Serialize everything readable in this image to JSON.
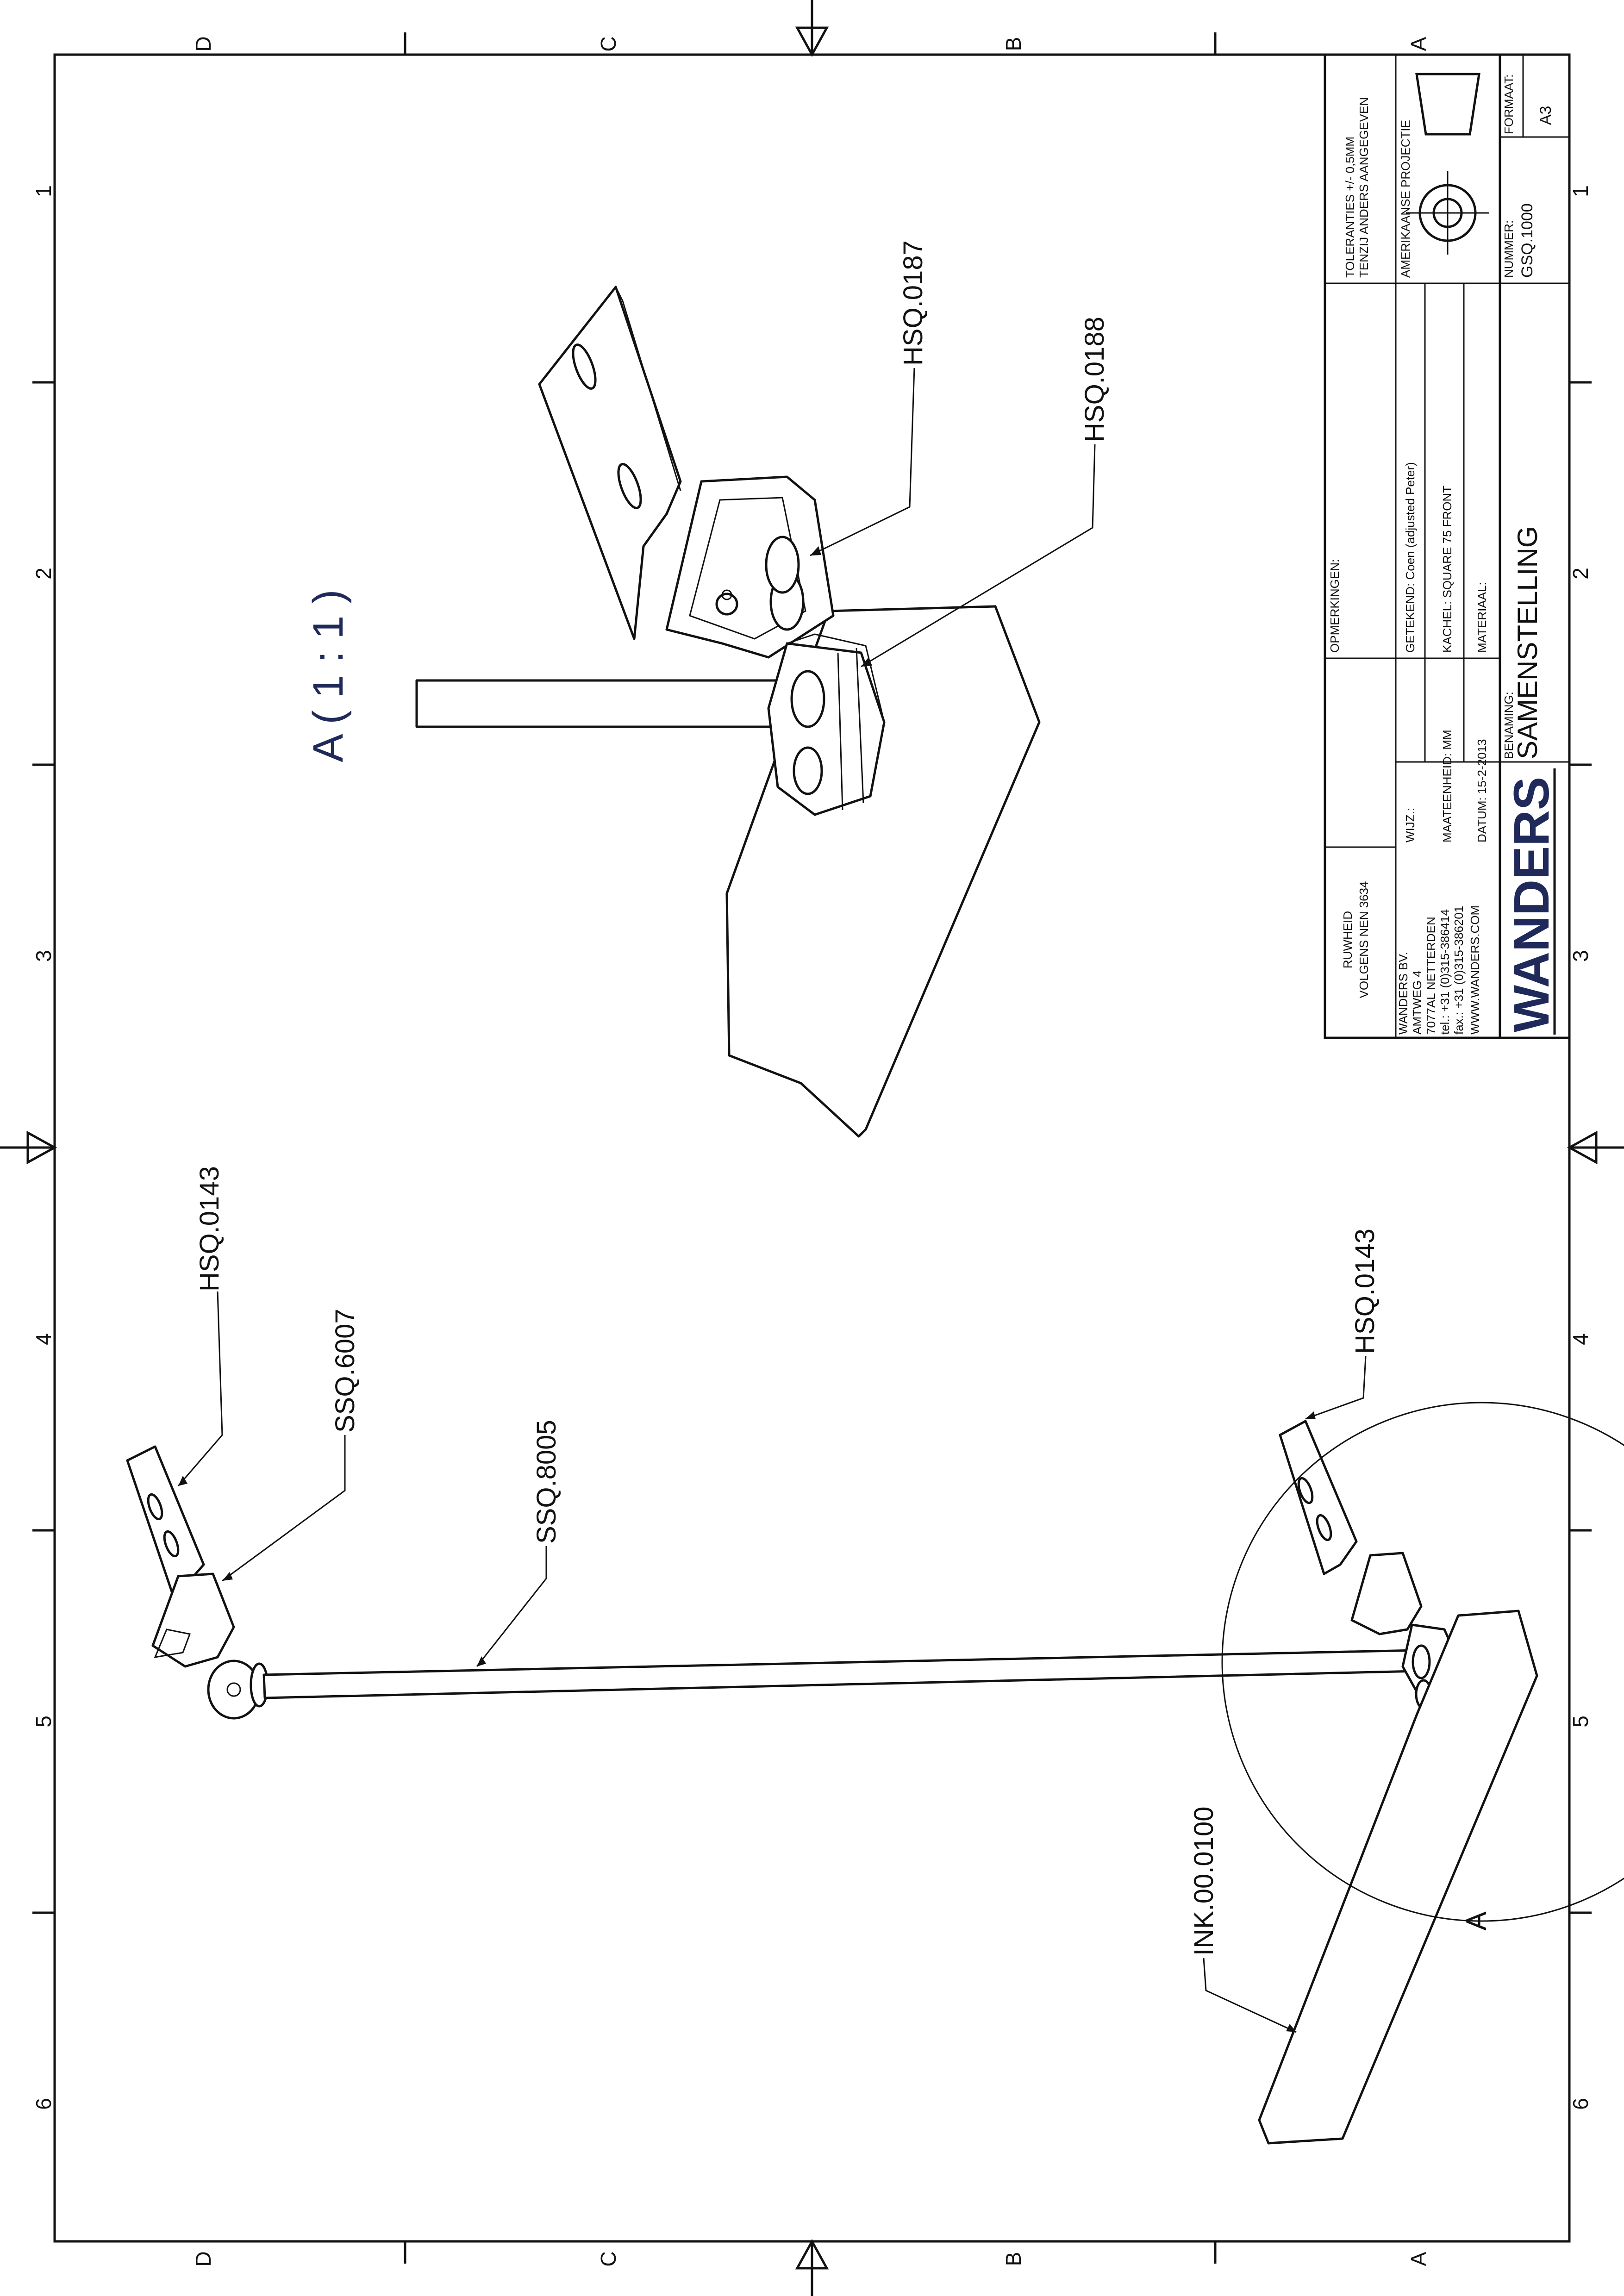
{
  "zones": {
    "letters": [
      "D",
      "C",
      "B",
      "A"
    ],
    "numbers": [
      "1",
      "2",
      "3",
      "4",
      "5",
      "6"
    ]
  },
  "view": {
    "label": "A ( 1 : 1 )",
    "section_letter": "A"
  },
  "balloons": {
    "hsq0187": "HSQ.0187",
    "hsq0188": "HSQ.0188",
    "hsq0143_left": "HSQ.0143",
    "ssq6007": "SSQ.6007",
    "ssq8005": "SSQ.8005",
    "hsq0143_right": "HSQ.0143",
    "ink": "INK.00.0100"
  },
  "title_block": {
    "tolerance_line1": "TOLERANTIES +/- 0,5MM",
    "tolerance_line2": "TENZIJ ANDERS AANGEGEVEN",
    "projection": "AMERIKAANSE PROJECTIE",
    "nummer_label": "NUMMER:",
    "nummer": "GSQ.1000",
    "formaat_label": "FORMAAT:",
    "formaat": "A3",
    "opmerkingen": "OPMERKINGEN:",
    "getekend": "GETEKEND: Coen (adjusted Peter)",
    "kachel": "KACHEL:  SQUARE 75 FRONT",
    "materiaal": "MATERIAAL:",
    "wijz": "WIJZ.:",
    "maateenheid": "MAATEENHEID: MM",
    "datum": "DATUM: 15-2-2013",
    "benaming_label": "BENAMING:",
    "benaming": "SAMENSTELLING",
    "ruwheid_line1": "RUWHEID",
    "ruwheid_line2": "VOLGENS NEN 3634",
    "company": "WANDERS BV.",
    "street": "AMTWEG 4",
    "city": "7077AL NETTERDEN",
    "tel": "tel.: +31 (0)315-386414",
    "fax": "fax.: +31 (0)315-386201",
    "web": "WWW.WANDERS.COM",
    "logo": "WANDERS"
  }
}
